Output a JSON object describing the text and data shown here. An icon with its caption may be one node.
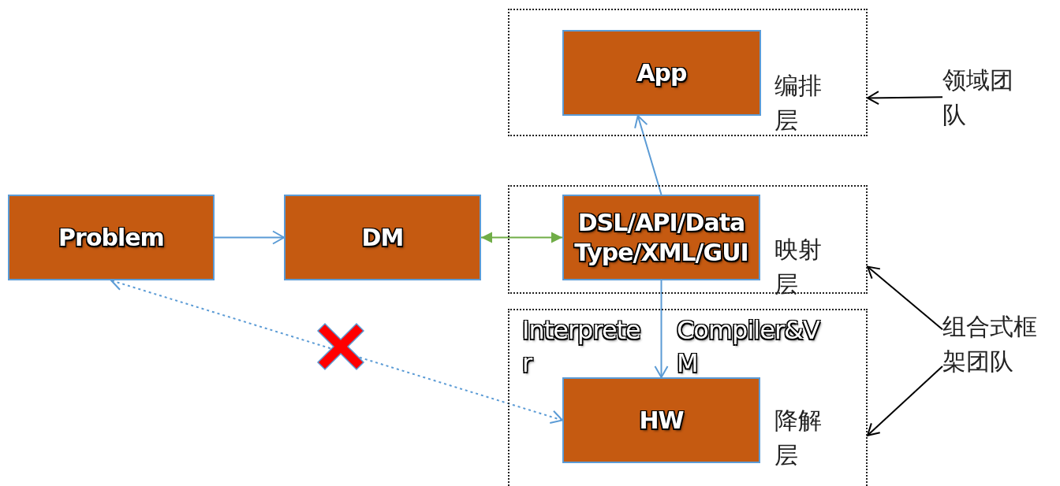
{
  "diagram": {
    "nodes": [
      {
        "text": [
          "编排层"
        ]
      },
      {
        "text": [
          "App"
        ],
        "in": 0
      },
      {
        "text": [
          "Problem"
        ]
      },
      {
        "text": [
          "DM"
        ]
      },
      {
        "text": [
          "映射层"
        ]
      },
      {
        "text": [
          "DSL/API/DataType/XML/GUI"
        ],
        "in": 4
      },
      {
        "text": [
          "降解层"
        ]
      },
      {
        "text": [
          "HW"
        ],
        "in": 6
      },
      {
        "text": [
          "领域团队"
        ]
      },
      {
        "text": [
          "组合式框架团队"
        ]
      }
    ],
    "edges": [
      {
        "from": 2,
        "to": 3,
        "arrow": "to"
      },
      {
        "from": 3,
        "to": 5,
        "arrow": "both",
        "color": "#70ad47"
      },
      {
        "from": 5,
        "to": 1,
        "arrow": "to"
      },
      {
        "from": 5,
        "to": 7,
        "arrow": "to"
      },
      {
        "from": 7,
        "to": 2,
        "arrow": "both",
        "style": "dashed"
      },
      {
        "from": 8,
        "to": 0,
        "arrow": "to",
        "color": "#000000"
      },
      {
        "from": 9,
        "to": 4,
        "arrow": "to",
        "color": "#000000"
      },
      {
        "from": 9,
        "to": 6,
        "arrow": "to",
        "color": "#000000"
      }
    ],
    "labels": [
      "Interpreter",
      "Compiler&VM"
    ]
  }
}
